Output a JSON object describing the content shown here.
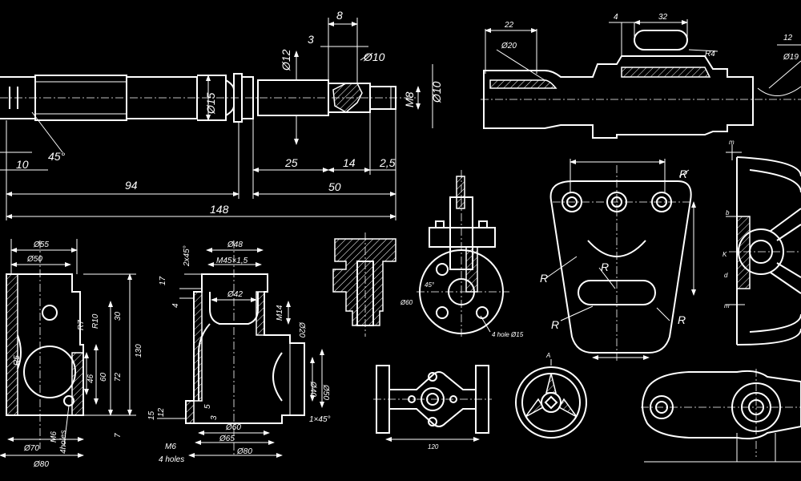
{
  "shaft": {
    "dims": [
      "8",
      "3",
      "Ø12",
      "Ø10",
      "Ø15",
      "M8",
      "Ø10",
      "45°",
      "10",
      "25",
      "14",
      "2,5",
      "94",
      "50",
      "148"
    ]
  },
  "shaft2": {
    "dims": [
      "22",
      "4",
      "32",
      "12",
      "Ø20",
      "R4",
      "Ø19"
    ]
  },
  "body1": {
    "dims": [
      "Ø55",
      "Ø50",
      "R7",
      "R10",
      "R5",
      "30",
      "46",
      "60",
      "72",
      "130",
      "7",
      "M6",
      "4holes",
      "Ø70",
      "Ø80"
    ]
  },
  "body2": {
    "dims": [
      "2x45°",
      "Ø48",
      "M45×1,5",
      "17",
      "4",
      "Ø42",
      "M14",
      "Ø20",
      "Ø40",
      "Ø50",
      "1×45°",
      "15",
      "12",
      "5",
      "3",
      "Ø60",
      "Ø65",
      "M6",
      "4 holes",
      "Ø80"
    ]
  },
  "assembly": {
    "dims": [
      "45°",
      "Ø60",
      "4 hole Ø15"
    ]
  },
  "bracket": {
    "dims": [
      "R",
      "R",
      "R",
      "R",
      "R"
    ]
  },
  "flange": {
    "dims": [
      "120"
    ]
  },
  "wheel": {
    "dims": [
      "A"
    ]
  },
  "pulley": {
    "dims": [
      "m",
      "b",
      "K",
      "d",
      "m"
    ]
  }
}
